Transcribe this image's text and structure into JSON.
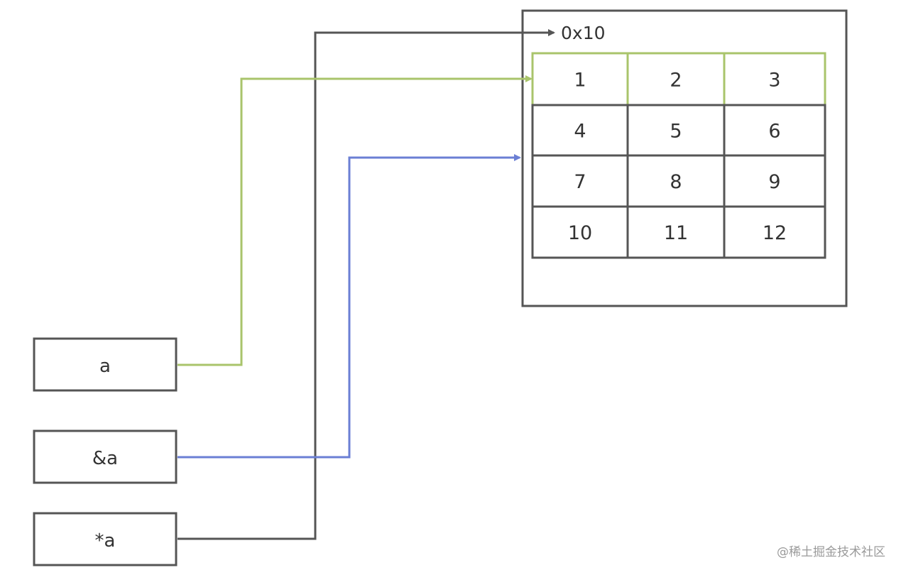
{
  "address_label": "0x10",
  "matrix": {
    "rows": [
      [
        "1",
        "2",
        "3"
      ],
      [
        "4",
        "5",
        "6"
      ],
      [
        "7",
        "8",
        "9"
      ],
      [
        "10",
        "11",
        "12"
      ]
    ]
  },
  "variables": [
    {
      "label": "a"
    },
    {
      "label": "&a"
    },
    {
      "label": "*a"
    }
  ],
  "colors": {
    "outline": "#555555",
    "a_pointer": "#a9c46b",
    "amp_a_pointer": "#6b7fd4",
    "star_a_pointer": "#555555"
  },
  "watermark": "@稀土掘金技术社区"
}
